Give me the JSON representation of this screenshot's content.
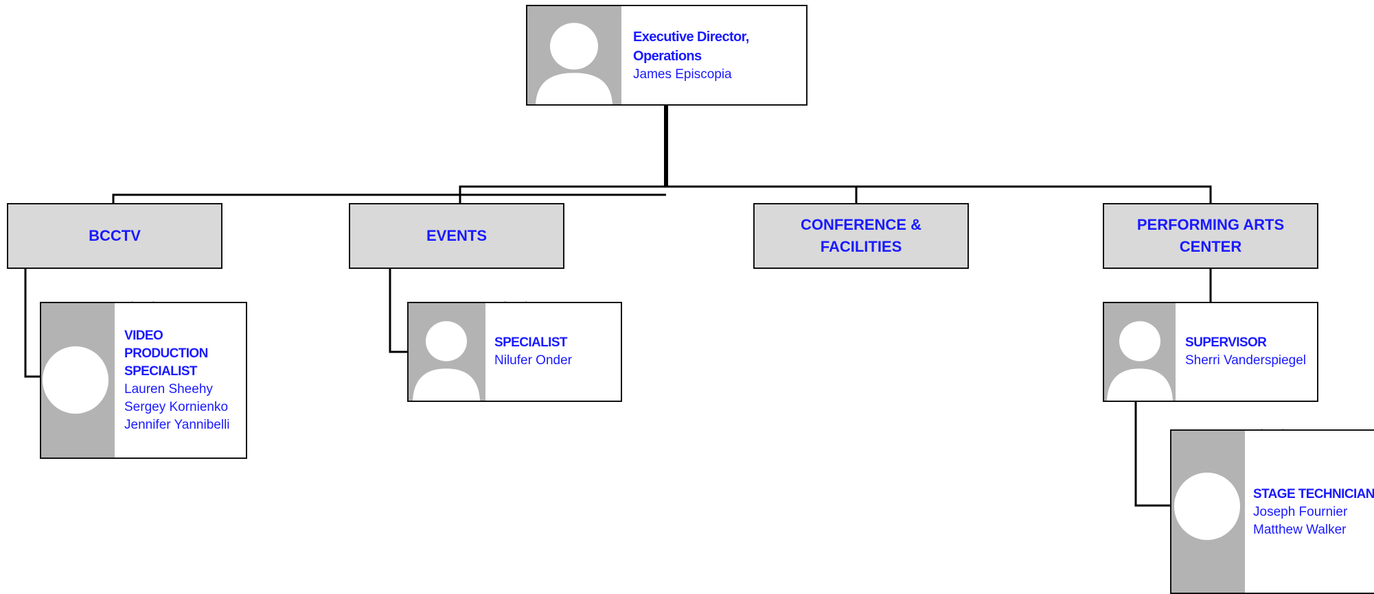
{
  "colors": {
    "text": "#1a1aff",
    "department_fill": "#d9d9d9",
    "photo_placeholder": "#b3b3b3",
    "line": "#000000"
  },
  "executive": {
    "title": "Executive Director, Operations",
    "names": [
      "James Episcopia"
    ],
    "photo_icon": "person-silhouette-icon"
  },
  "departments": [
    {
      "label": "BCCTV"
    },
    {
      "label": "EVENTS"
    },
    {
      "label": "CONFERENCE & FACILITIES"
    },
    {
      "label": "PERFORMING ARTS CENTER"
    }
  ],
  "staff": {
    "bcctv": {
      "title": "VIDEO PRODUCTION SPECIALIST",
      "names": [
        "Lauren Sheehy",
        "Sergey Kornienko",
        "Jennifer Yannibelli"
      ],
      "photo_icon": "circle-avatar-placeholder-icon"
    },
    "events": {
      "title": "SPECIALIST",
      "names": [
        "Nilufer Onder"
      ],
      "photo_icon": "person-silhouette-icon"
    },
    "pac_supervisor": {
      "title": "SUPERVISOR",
      "names": [
        "Sherri Vanderspiegel"
      ],
      "photo_icon": "person-silhouette-icon"
    },
    "stage_technician": {
      "title": "STAGE TECHNICIAN",
      "names": [
        "Joseph Fournier",
        "Matthew Walker"
      ],
      "photo_icon": "circle-avatar-placeholder-icon"
    }
  }
}
